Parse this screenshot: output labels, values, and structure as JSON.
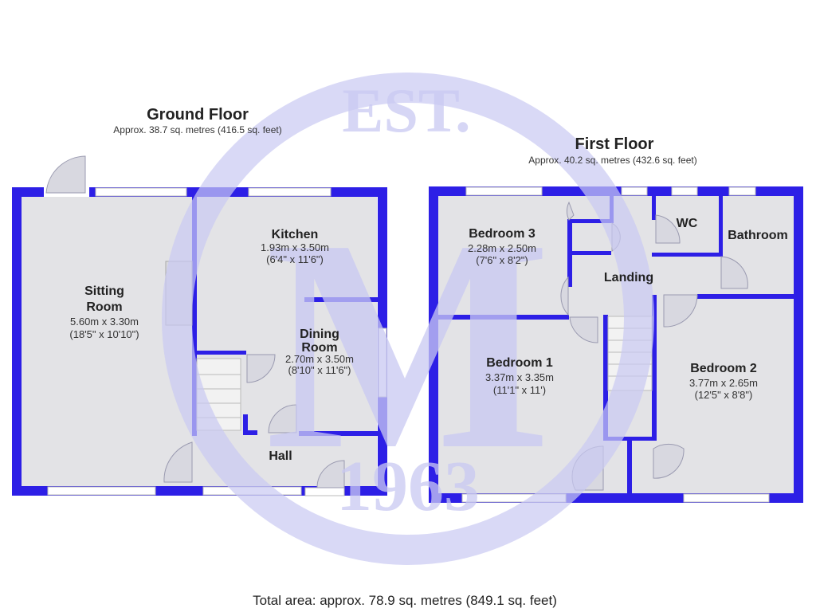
{
  "watermark": {
    "text_top": "EST.",
    "monogram": "M",
    "year": "1963",
    "color": "#c9c9f2"
  },
  "colors": {
    "wall": "#2d1fe6",
    "floor": "#e3e3e6"
  },
  "ground_floor": {
    "title": "Ground Floor",
    "area": "Approx. 38.7 sq. metres (416.5 sq. feet)",
    "rooms": [
      {
        "name_line1": "Sitting",
        "name_line2": "Room",
        "metric": "5.60m x 3.30m",
        "imperial": "(18'5\" x 10'10\")"
      },
      {
        "name_line1": "Kitchen",
        "metric": "1.93m x 3.50m",
        "imperial": "(6'4\" x 11'6\")"
      },
      {
        "name_line1": "Dining",
        "name_line2": "Room",
        "metric": "2.70m x 3.50m",
        "imperial": "(8'10\" x 11'6\")"
      },
      {
        "name_line1": "Hall"
      }
    ]
  },
  "first_floor": {
    "title": "First Floor",
    "area": "Approx. 40.2 sq. metres (432.6 sq. feet)",
    "rooms": [
      {
        "name_line1": "Bedroom 3",
        "metric": "2.28m x 2.50m",
        "imperial": "(7'6\" x 8'2\")"
      },
      {
        "name_line1": "WC"
      },
      {
        "name_line1": "Bathroom"
      },
      {
        "name_line1": "Landing"
      },
      {
        "name_line1": "Bedroom 1",
        "metric": "3.37m x 3.35m",
        "imperial": "(11'1\" x 11')"
      },
      {
        "name_line1": "Bedroom 2",
        "metric": "3.77m x 2.65m",
        "imperial": "(12'5\" x 8'8\")"
      }
    ]
  },
  "total_area": "Total area: approx. 78.9 sq. metres (849.1 sq. feet)"
}
